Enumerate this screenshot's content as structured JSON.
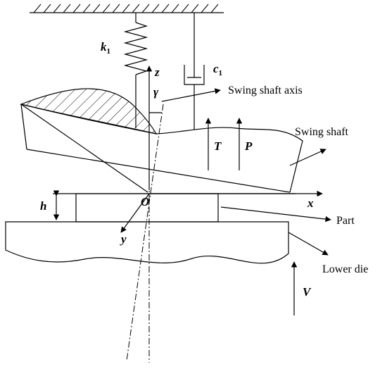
{
  "labels": {
    "k": "k",
    "k_sub": "1",
    "c": "c",
    "c_sub": "1",
    "z": "z",
    "gamma": "γ",
    "swing_shaft_axis": "Swing shaft axis",
    "swing_shaft": "Swing shaft",
    "T": "T",
    "P": "P",
    "h": "h",
    "O": "O",
    "x": "x",
    "y": "y",
    "part": "Part",
    "lower_die": "Lower die",
    "V": "V"
  },
  "colors": {
    "line": "#000000",
    "background": "#ffffff"
  }
}
